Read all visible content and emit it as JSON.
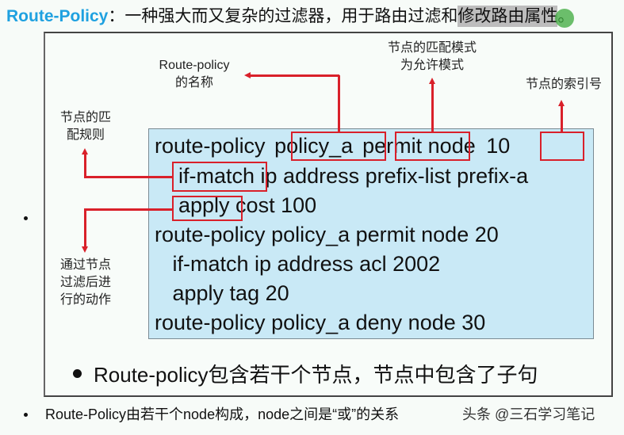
{
  "title": {
    "brand": "Route-Policy",
    "colon": "：",
    "text_plain": "一种强大而又复杂的过滤器，用于路由过滤和",
    "text_highlighted": "修改路由属性",
    "text_end": "。",
    "brand_color": "#1fa1e0",
    "highlight_color": "#bdbdbd"
  },
  "annotations": {
    "policy_name": [
      "Route-policy",
      "的名称"
    ],
    "match_mode": [
      "节点的匹配模式",
      "为允许模式"
    ],
    "node_index": "节点的索引号",
    "match_rule": [
      "节点的匹",
      "配规则"
    ],
    "action": [
      "通过节点",
      "过滤后进",
      "行的动作"
    ]
  },
  "code": {
    "line1": {
      "kw": "route-policy ",
      "name": "policy_a",
      "mode": "permit",
      "node": " node ",
      "index": "10"
    },
    "line2": {
      "kw": "if-match",
      "rest": " ip address prefix-list prefix-a"
    },
    "line3": {
      "kw": "apply",
      "rest": " cost 100"
    },
    "line4": "route-policy policy_a permit node 20",
    "line5": "   if-match ip address acl 2002",
    "line6": "   apply tag 20",
    "line7": "route-policy policy_a deny node 30"
  },
  "summary": "Route-policy包含若干个节点，节点中包含了子句",
  "footer": "Route-Policy由若干个node构成，node之间是“或”的关系",
  "watermark": "头条 @三石学习笔记",
  "colors": {
    "annotation_red": "#d9202a",
    "code_bg": "#c9e9f6"
  }
}
